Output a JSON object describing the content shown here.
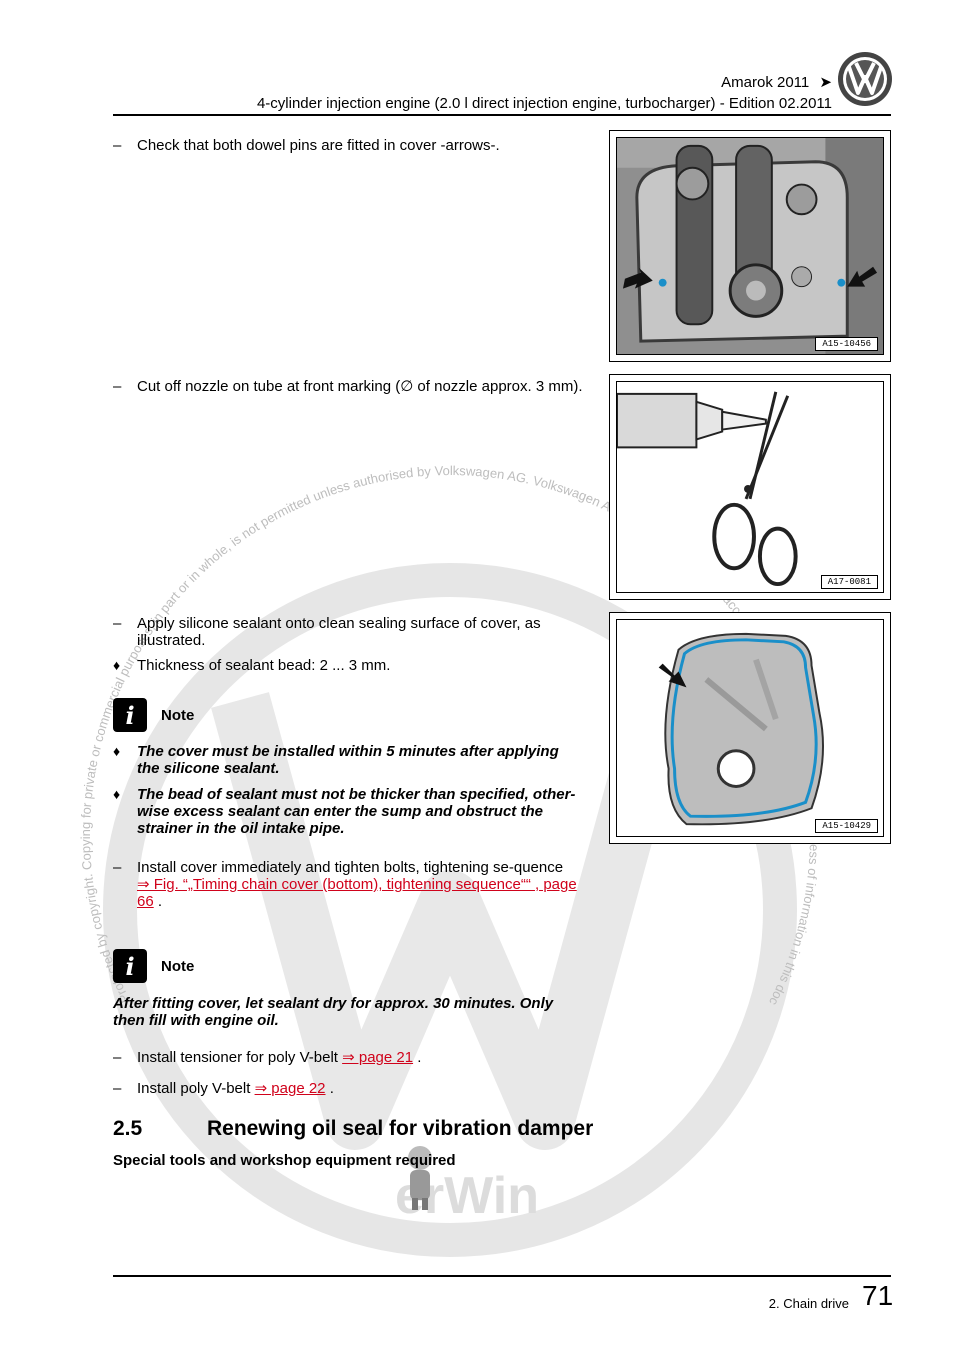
{
  "header": {
    "model": "Amarok 2011",
    "next_arrow": "➤",
    "subtitle": "4-cylinder injection engine (2.0 l direct injection engine, turbocharger) - Edition 02.2011"
  },
  "steps": {
    "s1": {
      "dash": "–",
      "text": "Check that both dowel pins are fitted in cover -arrows-."
    },
    "s2": {
      "dash": "–",
      "text": "Cut off nozzle on tube at front marking (∅ of nozzle approx. 3 mm)."
    },
    "s3": {
      "dash": "–",
      "text": "Apply silicone sealant onto clean sealing surface of cover, as illustrated."
    },
    "b1": {
      "dash": "♦",
      "text": "Thickness of sealant bead: 2 ... 3 mm."
    },
    "s4": {
      "dash": "–",
      "text": "Install cover immediately and tighten bolts, tightening se-quence",
      "link": "⇒ Fig. “„Timing chain cover (bottom), tightening sequence““ , page 66",
      "after": " ."
    },
    "s5": {
      "dash": "–",
      "text": "Install tensioner for poly V-belt ",
      "link": "⇒ page 21",
      "after": " ."
    },
    "s6": {
      "dash": "–",
      "text": "Install poly V-belt ",
      "link": "⇒ page 22",
      "after": " ."
    }
  },
  "notes": {
    "n1": {
      "label": "Note",
      "items": [
        {
          "dash": "♦",
          "text": "The cover must be installed within 5 minutes after applying the silicone sealant."
        },
        {
          "dash": "♦",
          "text": "The bead of sealant must not be thicker than specified, other-wise excess sealant can enter the sump and obstruct the strainer in the oil intake pipe."
        }
      ]
    },
    "n2": {
      "label": "Note",
      "text": "After fitting cover, let sealant dry for approx. 30 minutes. Only then fill with engine oil."
    }
  },
  "figures": [
    {
      "label": "A15-10456"
    },
    {
      "label": "A17-0081"
    },
    {
      "label": "A15-10429"
    }
  ],
  "section": {
    "number": "2.5",
    "title": "Renewing oil seal for vibration damper",
    "subtitle": "Special tools and workshop equipment required"
  },
  "footer": {
    "chapter": "2. Chain drive",
    "page": "71"
  },
  "watermark": {
    "brand": "erWin",
    "arc_top": "Protected by copyright. Copying for private or commercial purposes, in part or in whole, is not permitted unless authorised by Volkswagen AG. Volkswagen AG does not guarantee or accept any liability with respect to the correctness of information in this document. Copyright by Volkswagen AG."
  },
  "colors": {
    "link": "#d0021b",
    "sealant": "#1a8fc9",
    "watermark": "#e2e2e2"
  }
}
